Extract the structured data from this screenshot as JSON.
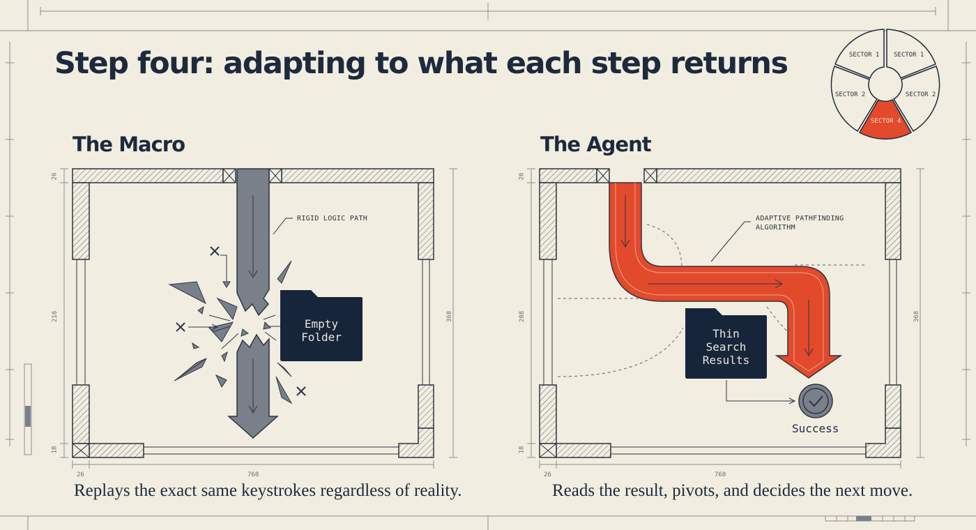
{
  "title": "Step four: adapting to what each step returns",
  "macro": {
    "heading": "The Macro",
    "path_label": "RIGID LOGIC PATH",
    "folder_label": "Empty\nFolder",
    "caption": "Replays the exact same keystrokes regardless of reality.",
    "dims": {
      "top": "26",
      "left": "218",
      "right": "368",
      "bottom_left": "26",
      "bottom": "768",
      "corner_left": "18"
    }
  },
  "agent": {
    "heading": "The Agent",
    "path_label": "ADAPTIVE PATHFINDING\nALGORITHM",
    "folder_label": "Thin\nSearch\nResults",
    "success_label": "Success",
    "caption": "Reads the result, pivots, and decides the next move.",
    "dims": {
      "top": "26",
      "left": "288",
      "right": "368",
      "bottom_left": "26",
      "bottom": "768",
      "corner_left": "18"
    }
  },
  "sectors": {
    "top_left": "SECTOR 1",
    "top_right": "SECTOR 1",
    "mid_left": "SECTOR 2",
    "mid_right": "SECTOR 2",
    "bottom": "SECTOR 4",
    "active_color": "#e24a2b"
  },
  "colors": {
    "background": "#f1ede0",
    "ink": "#1d2a3d",
    "macro_arrow": "#7a808a",
    "agent_arrow": "#e24a2b",
    "folder": "#17253b"
  }
}
